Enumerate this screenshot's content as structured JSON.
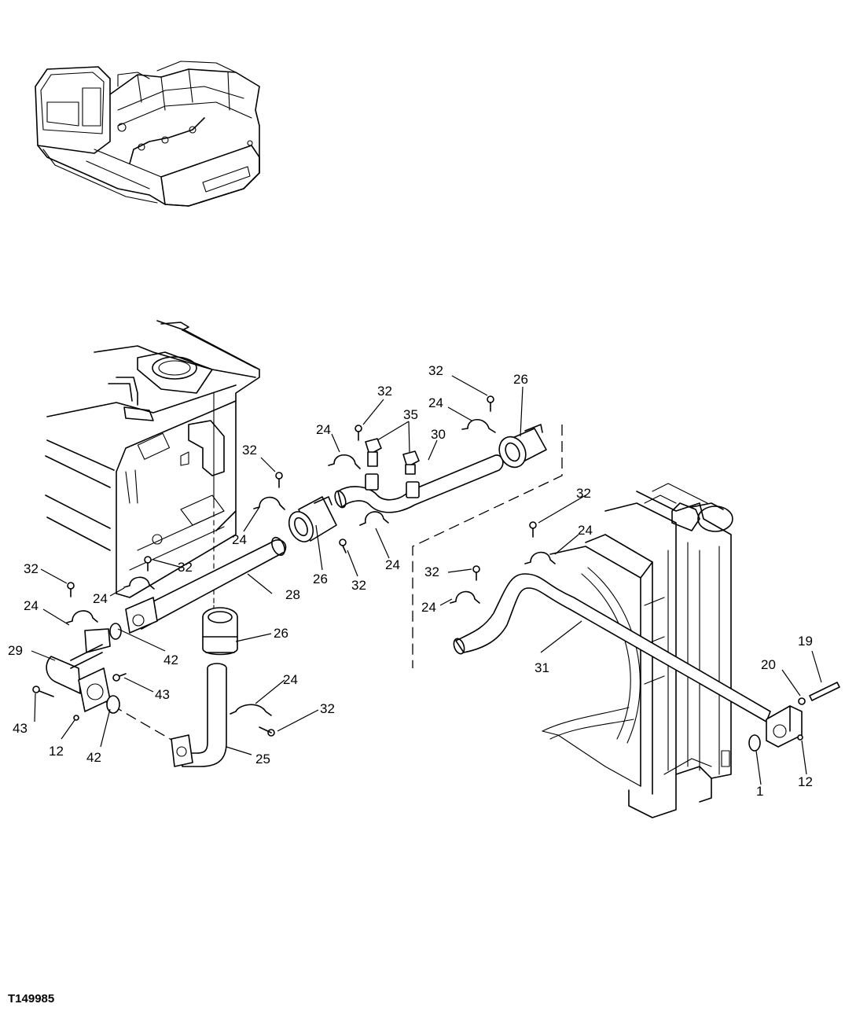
{
  "figure_id": "T149985",
  "callouts": {
    "c1": "1",
    "c12a": "12",
    "c12b": "12",
    "c19": "19",
    "c20": "20",
    "c24a": "24",
    "c24b": "24",
    "c24c": "24",
    "c24d": "24",
    "c24e": "24",
    "c24f": "24",
    "c24g": "24",
    "c24h": "24",
    "c24i": "24",
    "c25": "25",
    "c26a": "26",
    "c26b": "26",
    "c26c": "26",
    "c28": "28",
    "c29": "29",
    "c30": "30",
    "c31": "31",
    "c32a": "32",
    "c32b": "32",
    "c32c": "32",
    "c32d": "32",
    "c32e": "32",
    "c32f": "32",
    "c32g": "32",
    "c32h": "32",
    "c32i": "32",
    "c35": "35",
    "c42a": "42",
    "c42b": "42",
    "c43a": "43",
    "c43b": "43"
  }
}
